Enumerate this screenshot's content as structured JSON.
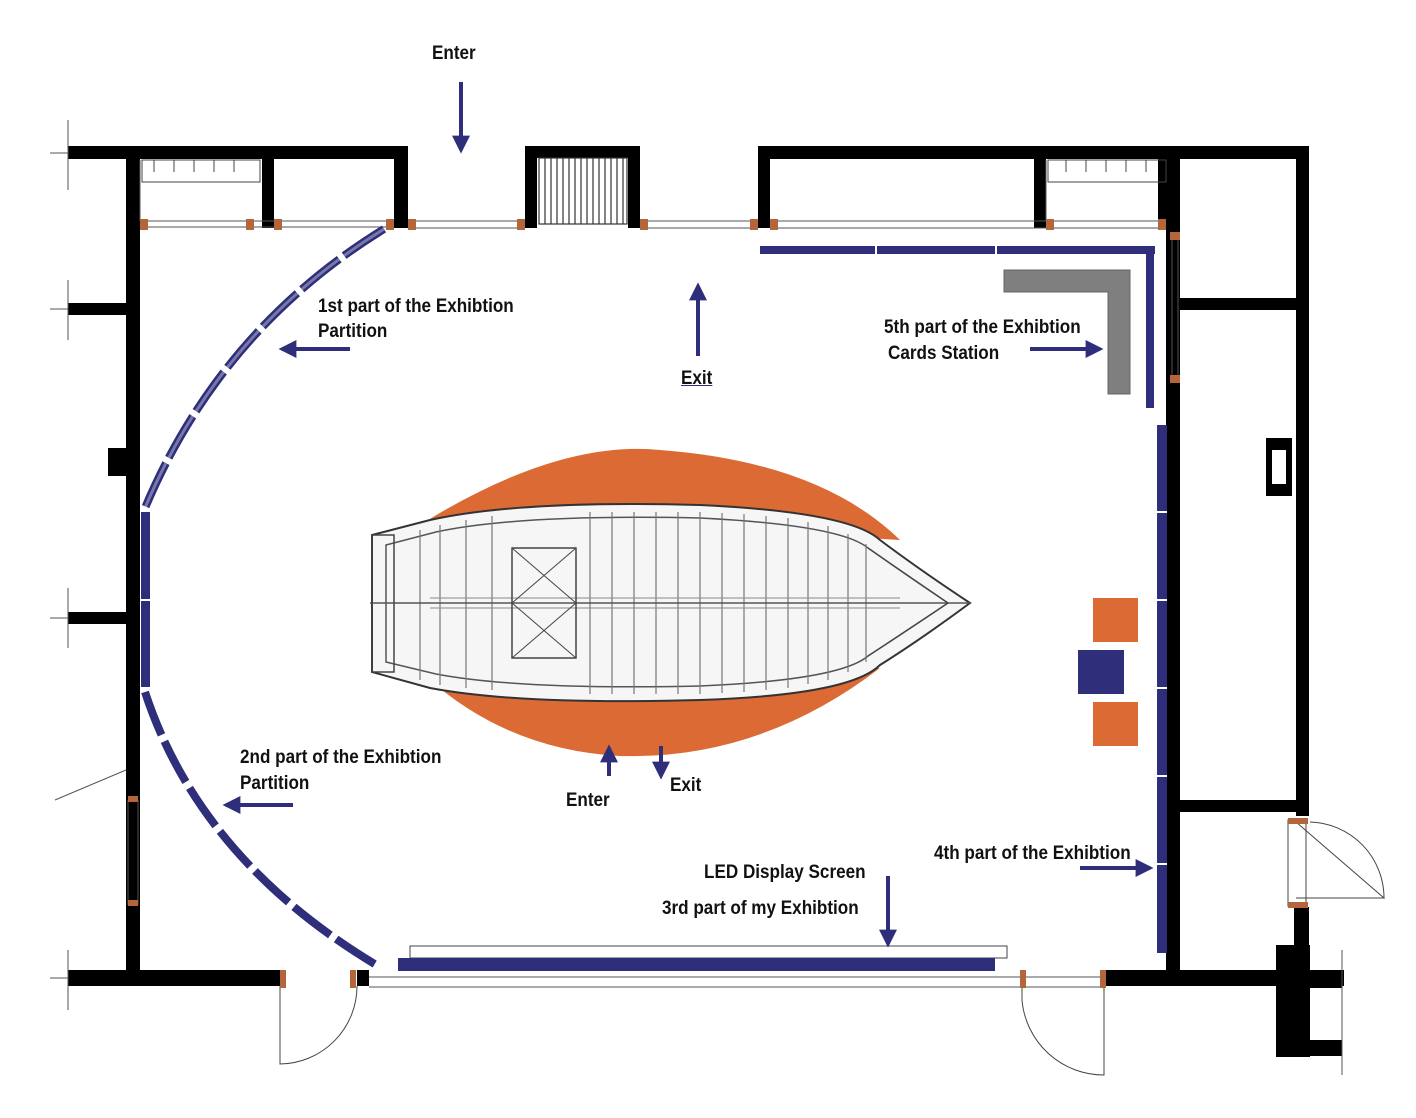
{
  "labels": {
    "enter_top": "Enter",
    "exit_top": "Exit",
    "part1_line1": "1st part of the Exhibtion",
    "part1_line2": "Partition",
    "part5_line1": "5th part of the Exhibtion",
    "part5_line2": "Cards Station",
    "part2_line1": "2nd part of the Exhibtion",
    "part2_line2": "Partition",
    "enter_center": "Enter",
    "exit_center": "Exit",
    "led_screen": "LED Display Screen",
    "part3": "3rd part of my Exhibtion",
    "part4": "4th part of the Exhibtion"
  },
  "colors": {
    "wall": "#000000",
    "partition": "#2e2e7a",
    "accent_orange": "#dc6a34",
    "card_station": "#7f7f7f"
  }
}
